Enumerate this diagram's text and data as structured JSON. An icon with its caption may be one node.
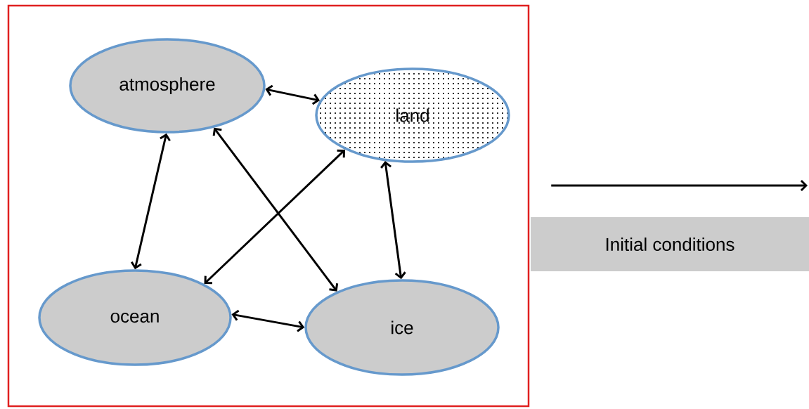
{
  "diagram": {
    "nodes": [
      {
        "text": [],
        "shape": "box"
      },
      {
        "text": [
          "atmosphere"
        ],
        "in": 0
      },
      {
        "text": [
          "land"
        ],
        "in": 0
      },
      {
        "text": [
          "ocean"
        ],
        "in": 0
      },
      {
        "text": [
          "ice"
        ],
        "in": 0
      },
      {
        "text": [
          "Initial conditions"
        ]
      }
    ],
    "edges": [
      {
        "from": 1,
        "to": 2,
        "arrow": "both"
      },
      {
        "from": 1,
        "to": 3,
        "arrow": "both"
      },
      {
        "from": 1,
        "to": 4,
        "arrow": "both"
      },
      {
        "from": 2,
        "to": 3,
        "arrow": "both"
      },
      {
        "from": 2,
        "to": 4,
        "arrow": "both"
      },
      {
        "from": 3,
        "to": 4,
        "arrow": "both"
      },
      {
        "from": 0,
        "to": null,
        "arrow": "to"
      }
    ]
  }
}
